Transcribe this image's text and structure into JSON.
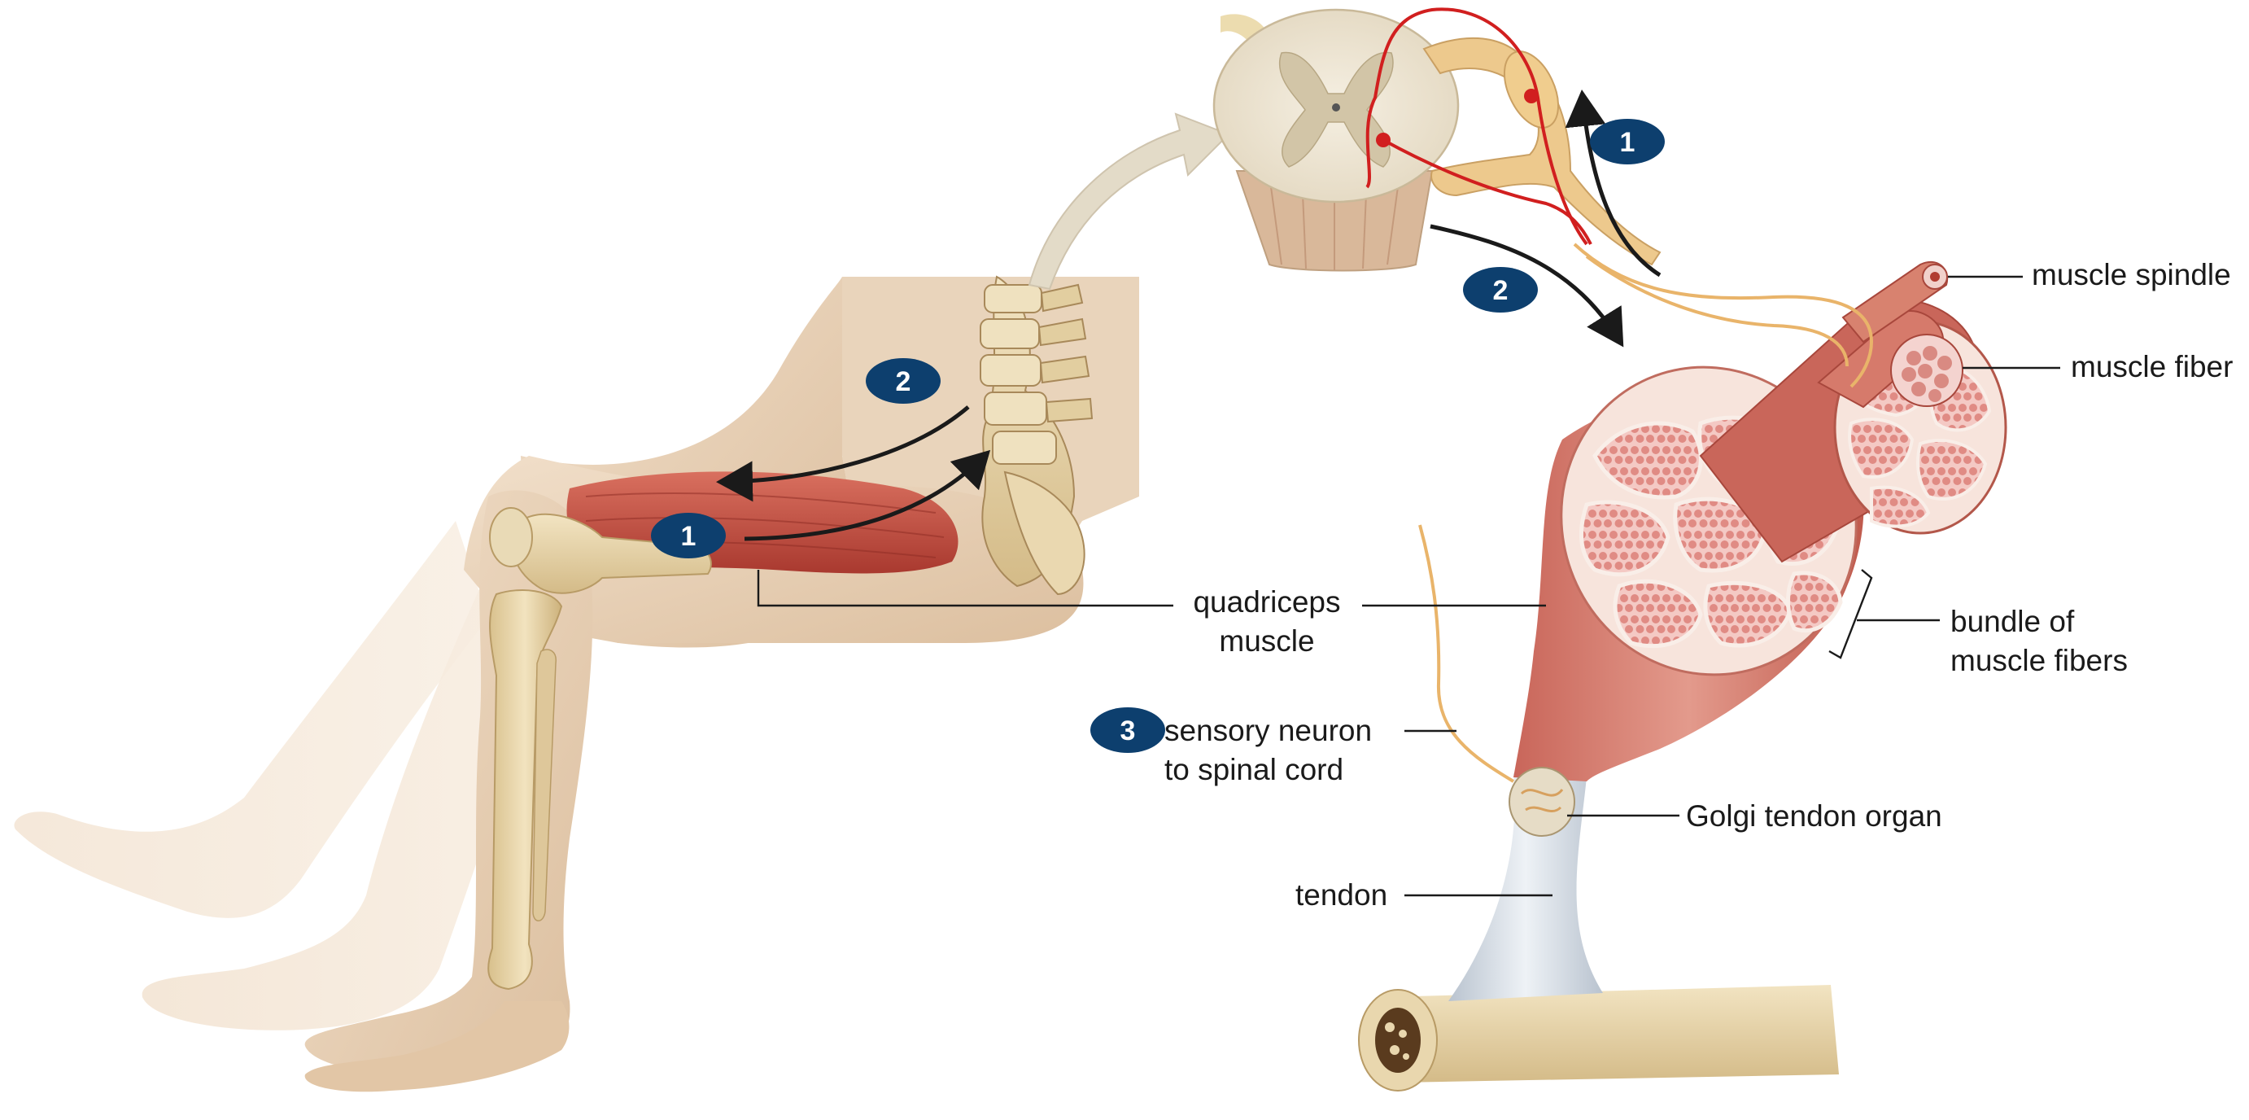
{
  "labels": {
    "muscle_spindle": "muscle spindle",
    "muscle_fiber": "muscle fiber",
    "quadriceps_line1": "quadriceps",
    "quadriceps_line2": "muscle",
    "bundle_line1": "bundle of",
    "bundle_line2": "muscle fibers",
    "sensory_line1": "sensory neuron",
    "sensory_line2": "to spinal cord",
    "golgi": "Golgi tendon organ",
    "tendon": "tendon"
  },
  "badges": {
    "step1": "1",
    "step2": "2",
    "step3": "3"
  },
  "colors": {
    "badge": "#0d3f6e",
    "skin": "#ead3b8",
    "muscle": "#c8584a",
    "muscle_section": "#e8a5a0",
    "bone": "#e8d5a6",
    "nerve": "#e9b46a",
    "neuron_red": "#d11f1f",
    "tendon": "#cfd6de"
  }
}
